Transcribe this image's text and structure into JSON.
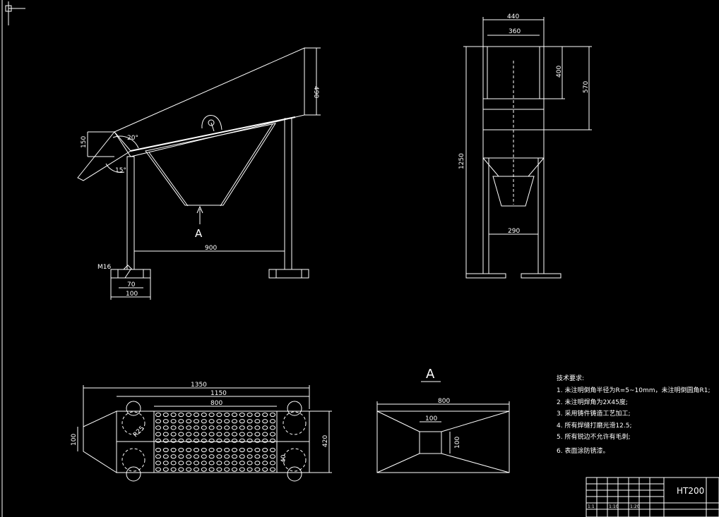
{
  "drawing": {
    "material": "HT200",
    "view_label": "A",
    "title_block_cells": [
      "1:1",
      "1:10",
      "1:20"
    ]
  },
  "side_view": {
    "dims": {
      "hopper_height": "490",
      "inlet": "150",
      "angle_top": "20°",
      "angle_bottom": "15°",
      "span": "900",
      "foot_inner": "70",
      "foot_outer": "100",
      "bolt": "M16"
    }
  },
  "front_view": {
    "dims": {
      "outer_width": "440",
      "inner_width": "360",
      "upper_height": "400",
      "lower_height": "570",
      "total_height": "1250",
      "outlet": "290"
    }
  },
  "plan_view": {
    "dims": {
      "total_length": "1350",
      "frame_length": "1150",
      "screen_length": "800",
      "inlet_width": "100",
      "overall_width": "420",
      "radius": "R25",
      "side": "40"
    }
  },
  "section_a": {
    "dims": {
      "length": "800",
      "hole_width": "100",
      "hole_height": "100"
    }
  },
  "notes": {
    "heading": "技术要求:",
    "items": [
      "1. 未注明倒角半径为R=5~10mm，未注明倒圆角R1;",
      "2. 未注明焊角为2X45度;",
      "3. 采用铸件铸造工艺加工;",
      "4. 所有焊缝打磨光滑12.5;",
      "5. 所有锐边不允许有毛刺;",
      "6. 表面涂防锈漆。"
    ]
  }
}
